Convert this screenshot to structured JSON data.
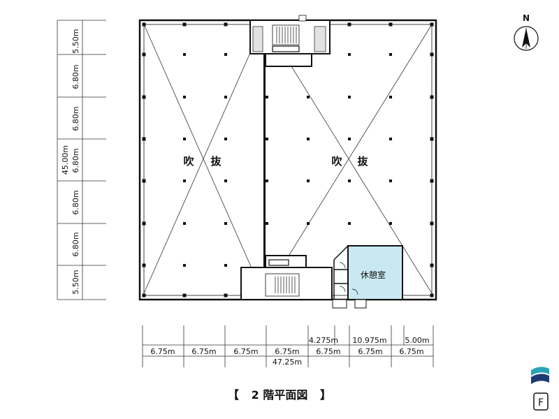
{
  "north_label": "N",
  "void_label": {
    "a": "吹",
    "b": "抜"
  },
  "rest_room_label": "休憩室",
  "vertical_total": "45.00m",
  "vertical_spans": [
    "5.50m",
    "6.80m",
    "6.80m",
    "6.80m",
    "6.80m",
    "6.80m",
    "5.50m"
  ],
  "horizontal_spans": [
    "6.75m",
    "6.75m",
    "6.75m",
    "6.75m",
    "6.75m",
    "6.75m",
    "6.75m"
  ],
  "horizontal_sub_spans": [
    "4.275m",
    "10.975m",
    "5.00m"
  ],
  "horizontal_total": "47.25m",
  "caption": {
    "open": "【",
    "title": "2 階平面図",
    "close": "】"
  },
  "logo_letter": "F",
  "colors": {
    "rest_room_fill": "#c9e9f2",
    "logo_teal": "#2aa3b8",
    "logo_navy": "#1d3b73"
  }
}
